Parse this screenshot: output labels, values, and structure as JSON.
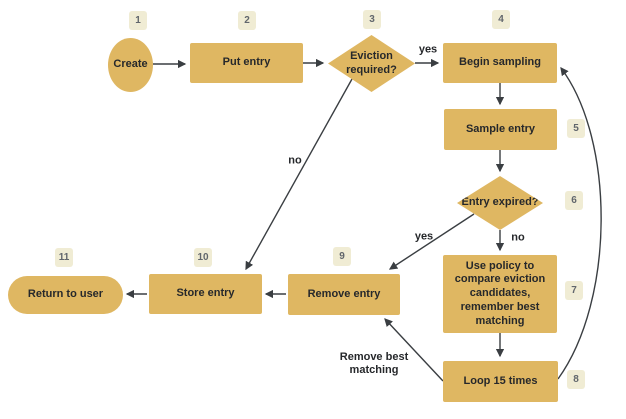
{
  "colors": {
    "background": "#ffffff",
    "node_fill": "#dfb762",
    "node_text": "#26282b",
    "badge_fill": "#f0ecd4",
    "badge_text": "#61666c",
    "line": "#3a3e42"
  },
  "nodes": {
    "create": {
      "badge": "1",
      "label": "Create",
      "shape": "ellipse"
    },
    "put_entry": {
      "badge": "2",
      "label": "Put entry",
      "shape": "rect"
    },
    "eviction_required": {
      "badge": "3",
      "label": "Eviction required?",
      "shape": "diamond"
    },
    "begin_sampling": {
      "badge": "4",
      "label": "Begin sampling",
      "shape": "rect"
    },
    "sample_entry": {
      "badge": "5",
      "label": "Sample entry",
      "shape": "rect"
    },
    "entry_expired": {
      "badge": "6",
      "label": "Entry expired?",
      "shape": "diamond"
    },
    "use_policy": {
      "badge": "7",
      "label": "Use policy to compare eviction candidates, remember best matching",
      "shape": "rect"
    },
    "loop_15_times": {
      "badge": "8",
      "label": "Loop 15 times",
      "shape": "rect"
    },
    "remove_entry": {
      "badge": "9",
      "label": "Remove entry",
      "shape": "rect"
    },
    "store_entry": {
      "badge": "10",
      "label": "Store entry",
      "shape": "rect"
    },
    "return_to_user": {
      "badge": "11",
      "label": "Return to user",
      "shape": "stadium"
    }
  },
  "edge_labels": {
    "eviction_yes": "yes",
    "eviction_no": "no",
    "expired_yes": "yes",
    "expired_no": "no",
    "loop_remove_best": "Remove best\nmatching"
  },
  "edges": [
    {
      "from": "create",
      "to": "put_entry",
      "label": ""
    },
    {
      "from": "put_entry",
      "to": "eviction_required",
      "label": ""
    },
    {
      "from": "eviction_required",
      "to": "begin_sampling",
      "label": "yes"
    },
    {
      "from": "eviction_required",
      "to": "store_entry",
      "label": "no"
    },
    {
      "from": "begin_sampling",
      "to": "sample_entry",
      "label": ""
    },
    {
      "from": "sample_entry",
      "to": "entry_expired",
      "label": ""
    },
    {
      "from": "entry_expired",
      "to": "remove_entry",
      "label": "yes"
    },
    {
      "from": "entry_expired",
      "to": "use_policy",
      "label": "no"
    },
    {
      "from": "use_policy",
      "to": "loop_15_times",
      "label": ""
    },
    {
      "from": "loop_15_times",
      "to": "begin_sampling",
      "label": ""
    },
    {
      "from": "loop_15_times",
      "to": "remove_entry",
      "label": "Remove best matching"
    },
    {
      "from": "remove_entry",
      "to": "store_entry",
      "label": ""
    },
    {
      "from": "store_entry",
      "to": "return_to_user",
      "label": ""
    }
  ]
}
